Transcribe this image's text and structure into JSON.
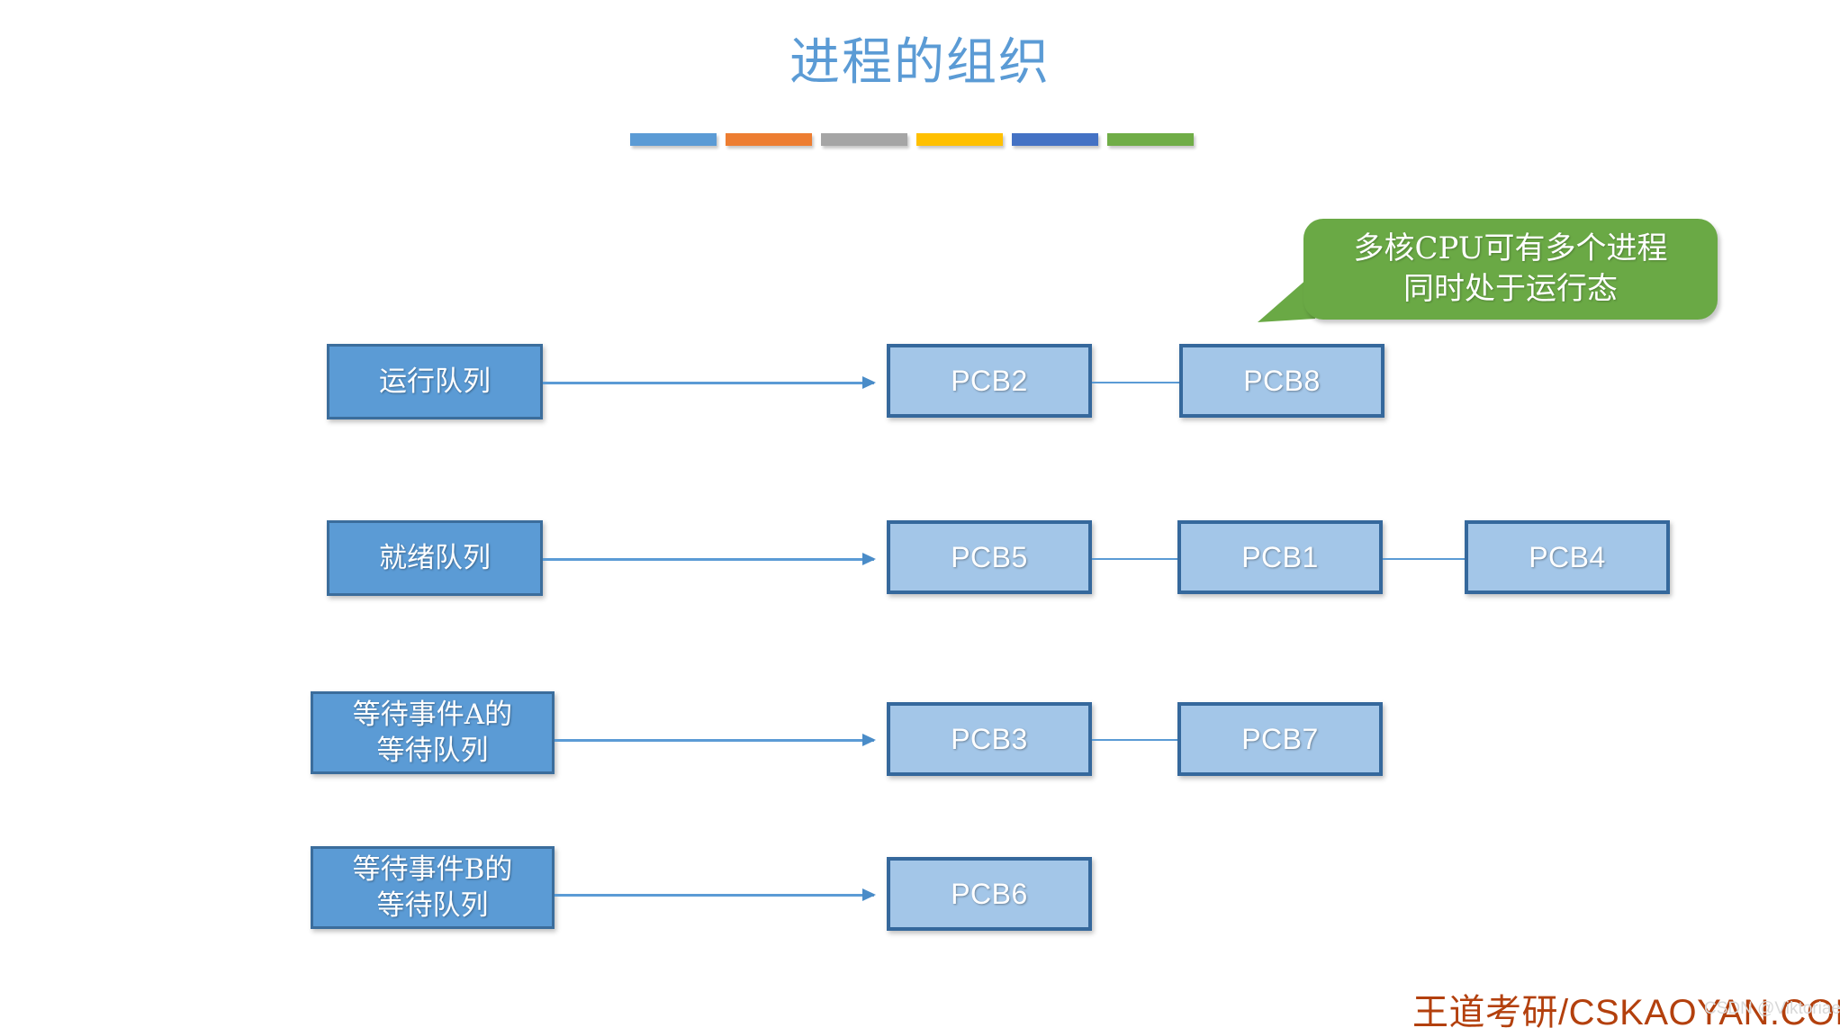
{
  "slide": {
    "title": "进程的组织",
    "title_color": "#5b9bd5",
    "background": "#ffffff"
  },
  "color_bars": [
    {
      "name": "bar-blue",
      "color": "#5b9bd5"
    },
    {
      "name": "bar-orange",
      "color": "#ed7d31"
    },
    {
      "name": "bar-gray",
      "color": "#a5a5a5"
    },
    {
      "name": "bar-yellow",
      "color": "#ffc000"
    },
    {
      "name": "bar-dark-blue",
      "color": "#4472c4"
    },
    {
      "name": "bar-green",
      "color": "#70ad47"
    }
  ],
  "callout": {
    "text": "多核CPU可有多个进程\n同时处于运行态",
    "fill": "#6aa945",
    "text_color": "#ffffff"
  },
  "queues": [
    {
      "id": "running-queue",
      "label": "运行队列",
      "nodes": [
        "PCB2",
        "PCB8"
      ]
    },
    {
      "id": "ready-queue",
      "label": "就绪队列",
      "nodes": [
        "PCB5",
        "PCB1",
        "PCB4"
      ]
    },
    {
      "id": "wait-event-a-queue",
      "label": "等待事件A的\n等待队列",
      "nodes": [
        "PCB3",
        "PCB7"
      ]
    },
    {
      "id": "wait-event-b-queue",
      "label": "等待事件B的\n等待队列",
      "nodes": [
        "PCB6"
      ]
    }
  ],
  "styles": {
    "queue_box_fill": "#5b9bd5",
    "queue_box_border": "#3b6d9c",
    "pcb_box_fill": "#a3c6e8",
    "pcb_box_border": "#35689c",
    "connector_color": "#5b9bd5"
  },
  "footer": {
    "brand": "王道考研/CSKAOYAN.COM",
    "brand_color": "#b3400d",
    "watermark": "CSDN @Viktoriae"
  }
}
